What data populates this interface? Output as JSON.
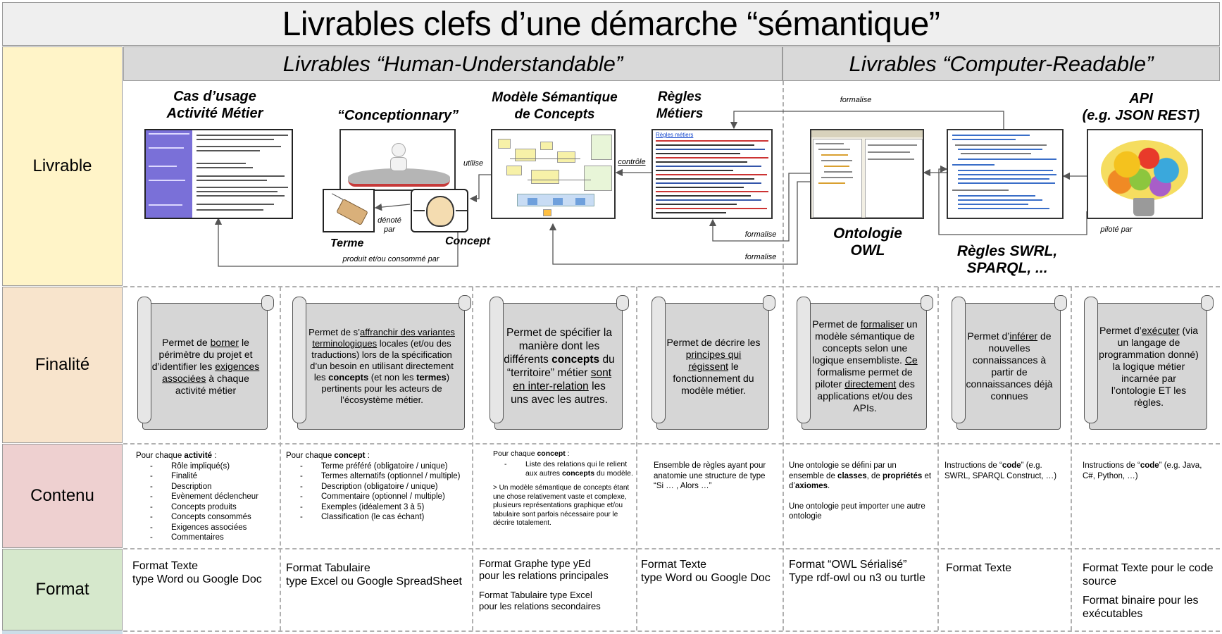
{
  "title": "Livrables clefs d’une démarche “sémantique”",
  "rows": {
    "livrable": "Livrable",
    "finalite": "Finalité",
    "contenu": "Contenu",
    "format": "Format"
  },
  "sections": {
    "human": "Livrables “Human-Understandable”",
    "computer": "Livrables “Computer-Readable”"
  },
  "diagram": {
    "cas_usage_1": "Cas d’usage",
    "cas_usage_2": "Activité Métier",
    "conceptionnary": "“Conceptionnary”",
    "modele_1": "Modèle Sémantique",
    "modele_2": "de Concepts",
    "regles_1": "Règles",
    "regles_2": "Métiers",
    "api_1": "API",
    "api_2": "(e.g. JSON REST)",
    "terme": "Terme",
    "concept": "Concept",
    "ontologie_1": "Ontologie",
    "ontologie_2": "OWL",
    "swrl_1": "Règles SWRL,",
    "swrl_2": "SPARQL, ...",
    "utilise": "utilise",
    "controle": "contrôle",
    "denote_1": "dénoté",
    "denote_2": "par",
    "produit": "produit et/ou consommé par",
    "formalise_top": "formalise",
    "formalise_a": "formalise",
    "formalise_b": "formalise",
    "pilote": "piloté par",
    "regles_heading": "Règles métiers"
  },
  "finalite": {
    "f1": [
      "Permet de ",
      "borner",
      " le périmètre du projet et d’identifier les ",
      "exigences associées",
      " à chaque activité métier"
    ],
    "f2": [
      "Permet de s’",
      "affranchir des variantes terminologiques",
      " locales (et/ou des traductions) lors de la spécification d’un besoin en utilisant directement les ",
      "concepts",
      " (et non les ",
      "termes",
      ") pertinents pour les acteurs de l’écosystème métier."
    ],
    "f3": [
      "Permet de spécifier la manière dont les différents ",
      "concepts",
      " du “territoire” métier ",
      "sont en inter-relation",
      " les uns avec les autres."
    ],
    "f4": [
      "Permet de décrire les ",
      "principes qui régissent",
      " le fonctionnement du modèle métier."
    ],
    "f5": [
      "Permet de ",
      "formaliser",
      " un modèle sémantique de concepts selon une logique ensembliste. ",
      "Ce",
      " formalisme permet de piloter ",
      "directement",
      " des applications et/ou des APIs."
    ],
    "f6": [
      "Permet d’",
      "inférer",
      " de nouvelles connaissances à partir de connaissances déjà connues"
    ],
    "f7": [
      "Permet d’",
      "exécuter",
      " (via un langage de programmation donné) la logique métier incarnée par l’ontologie ET les règles."
    ]
  },
  "contenu": {
    "c1_intro": [
      "Pour chaque ",
      "activité",
      " :"
    ],
    "c1_items": [
      "Rôle impliqué(s)",
      "Finalité",
      "Description",
      "Evènement déclencheur",
      "Concepts produits",
      "Concepts consommés",
      "Exigences associées",
      "Commentaires"
    ],
    "c2_intro": [
      "Pour chaque ",
      "concept",
      " :"
    ],
    "c2_items": [
      "Terme préféré (obligatoire / unique)",
      "Termes alternatifs (optionnel / multiple)",
      "Description (obligatoire / unique)",
      "Commentaire (optionnel / multiple)",
      "Exemples (idéalement 3 à 5)",
      "Classification (le cas échant)"
    ],
    "c3_intro": [
      "Pour chaque ",
      "concept",
      " :"
    ],
    "c3_item": [
      "Liste des relations qui le relient aux autres ",
      "concepts",
      " du modèle."
    ],
    "c3_note": "> Un modèle sémantique de concepts étant une chose relativement vaste et complexe, plusieurs représentations graphique et/ou tabulaire sont parfois nécessaire pour le décrire totalement.",
    "c4": "Ensemble de règles ayant pour anatomie une structure de type “Si … , Alors …”",
    "c5": [
      "Une ontologie se défini par un ensemble de ",
      "classes",
      ", de ",
      "propriétés",
      " et d’",
      "axiomes",
      "."
    ],
    "c5_b": "Une ontologie peut importer une autre ontologie",
    "c6": [
      "Instructions de “",
      "code",
      "” (e.g. SWRL, SPARQL Construct, …)"
    ],
    "c7": [
      "Instructions de “",
      "code",
      "” (e.g. Java, C#, Python, …)"
    ]
  },
  "format": {
    "f1": [
      "Format Texte",
      "type Word ou Google Doc"
    ],
    "f2": [
      "Format Tabulaire",
      "type Excel ou Google SpreadSheet"
    ],
    "f3": [
      "Format Graphe  type yEd",
      "pour les relations principales"
    ],
    "f3_b": [
      "Format Tabulaire  type Excel",
      "pour les relations secondaires"
    ],
    "f4": [
      "Format Texte",
      "type Word ou Google Doc"
    ],
    "f5": [
      "Format “OWL Sérialisé”",
      "Type rdf-owl ou n3 ou turtle"
    ],
    "f6": "Format Texte",
    "f7": [
      "Format Texte pour le code source",
      "Format binaire pour les exécutables"
    ]
  }
}
